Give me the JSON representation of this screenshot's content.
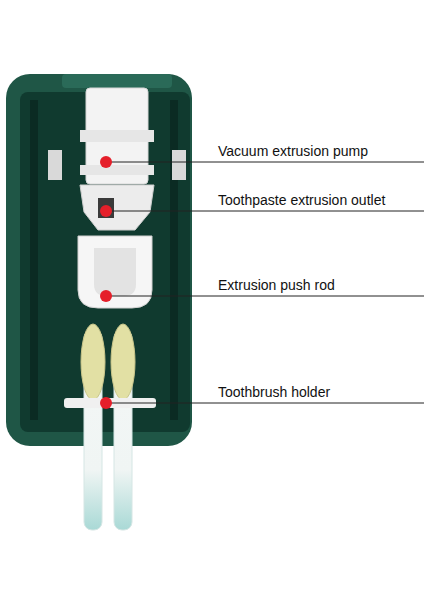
{
  "diagram": {
    "labels": [
      "Vacuum extrusion pump",
      "Toothpaste extrusion outlet",
      "Extrusion push rod",
      "Toothbrush holder"
    ]
  }
}
